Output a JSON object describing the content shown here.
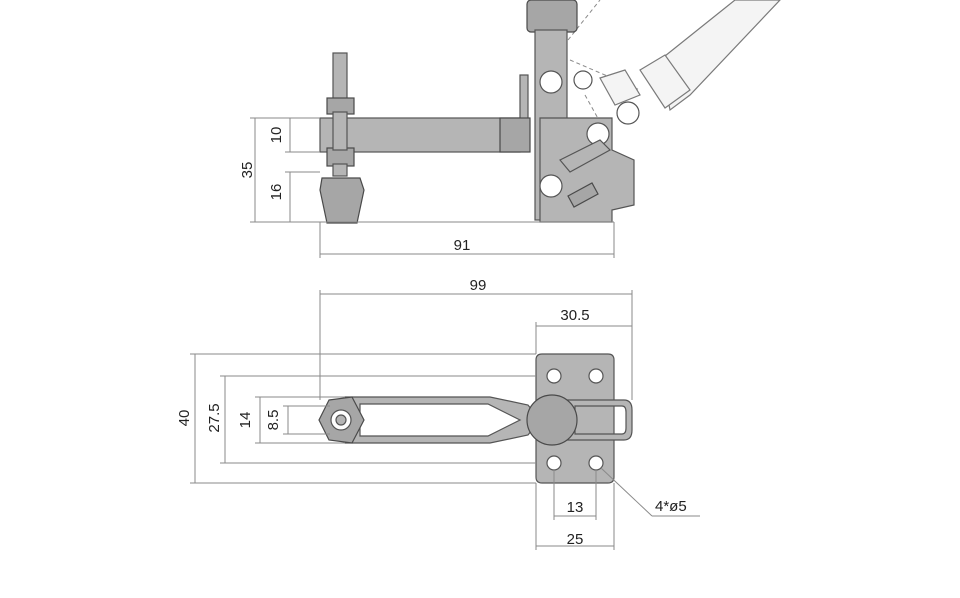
{
  "side_view": {
    "dim_10": "10",
    "dim_16": "16",
    "dim_35": "35",
    "dim_91": "91"
  },
  "top_view": {
    "dim_99": "99",
    "dim_30_5": "30.5",
    "dim_40": "40",
    "dim_27_5": "27.5",
    "dim_14": "14",
    "dim_8_5": "8.5",
    "dim_13": "13",
    "dim_25": "25",
    "hole_callout": "4*ø5"
  }
}
